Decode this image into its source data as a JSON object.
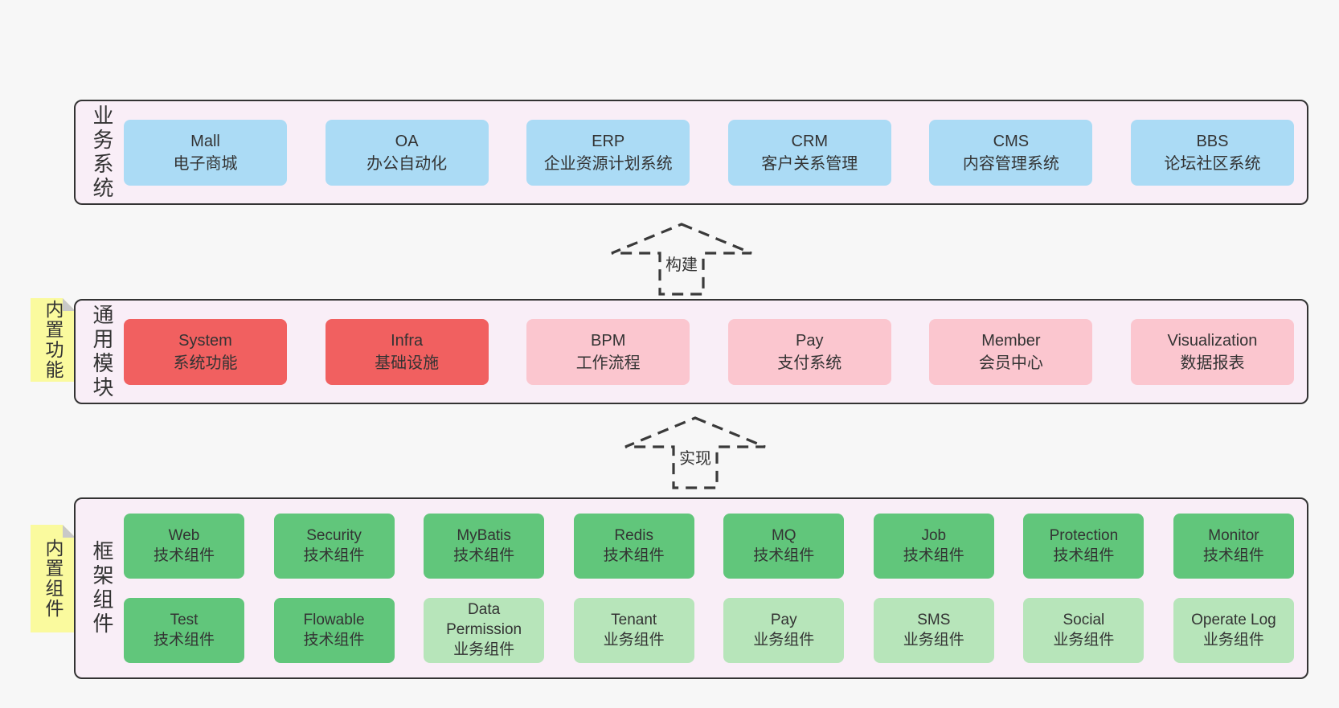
{
  "colors": {
    "pageBackground": "#f7f7f7",
    "bandBackground": "#f9eef7",
    "bandBorder": "#333333",
    "text": "#333333",
    "blue": "#abdbf5",
    "red": "#f16060",
    "pink": "#fbc6cf",
    "green": "#61c67b",
    "lightGreen": "#b7e5ba",
    "noteYellow": "#fafa9e",
    "noteFold": "#c8c8c8",
    "arrow": "#3a3a3a"
  },
  "arrows": [
    {
      "label": "构建"
    },
    {
      "label": "实现"
    }
  ],
  "bands": [
    {
      "label": "业务系统",
      "note": null,
      "rows": [
        [
          {
            "title": "Mall",
            "subtitle": "电子商城",
            "color": "blue"
          },
          {
            "title": "OA",
            "subtitle": "办公自动化",
            "color": "blue"
          },
          {
            "title": "ERP",
            "subtitle": "企业资源计划系统",
            "color": "blue"
          },
          {
            "title": "CRM",
            "subtitle": "客户关系管理",
            "color": "blue"
          },
          {
            "title": "CMS",
            "subtitle": "内容管理系统",
            "color": "blue"
          },
          {
            "title": "BBS",
            "subtitle": "论坛社区系统",
            "color": "blue"
          }
        ]
      ]
    },
    {
      "label": "通用模块",
      "note": "内置功能",
      "rows": [
        [
          {
            "title": "System",
            "subtitle": "系统功能",
            "color": "red"
          },
          {
            "title": "Infra",
            "subtitle": "基础设施",
            "color": "red"
          },
          {
            "title": "BPM",
            "subtitle": "工作流程",
            "color": "pink"
          },
          {
            "title": "Pay",
            "subtitle": "支付系统",
            "color": "pink"
          },
          {
            "title": "Member",
            "subtitle": "会员中心",
            "color": "pink"
          },
          {
            "title": "Visualization",
            "subtitle": "数据报表",
            "color": "pink"
          }
        ]
      ]
    },
    {
      "label": "框架组件",
      "note": "内置组件",
      "rows": [
        [
          {
            "title": "Web",
            "subtitle": "技术组件",
            "color": "green"
          },
          {
            "title": "Security",
            "subtitle": "技术组件",
            "color": "green"
          },
          {
            "title": "MyBatis",
            "subtitle": "技术组件",
            "color": "green"
          },
          {
            "title": "Redis",
            "subtitle": "技术组件",
            "color": "green"
          },
          {
            "title": "MQ",
            "subtitle": "技术组件",
            "color": "green"
          },
          {
            "title": "Job",
            "subtitle": "技术组件",
            "color": "green"
          },
          {
            "title": "Protection",
            "subtitle": "技术组件",
            "color": "green"
          },
          {
            "title": "Monitor",
            "subtitle": "技术组件",
            "color": "green"
          }
        ],
        [
          {
            "title": "Test",
            "subtitle": "技术组件",
            "color": "green"
          },
          {
            "title": "Flowable",
            "subtitle": "技术组件",
            "color": "green"
          },
          {
            "title": "Data Permission",
            "subtitle": "业务组件",
            "color": "lightGreen"
          },
          {
            "title": "Tenant",
            "subtitle": "业务组件",
            "color": "lightGreen"
          },
          {
            "title": "Pay",
            "subtitle": "业务组件",
            "color": "lightGreen"
          },
          {
            "title": "SMS",
            "subtitle": "业务组件",
            "color": "lightGreen"
          },
          {
            "title": "Social",
            "subtitle": "业务组件",
            "color": "lightGreen"
          },
          {
            "title": "Operate Log",
            "subtitle": "业务组件",
            "color": "lightGreen"
          }
        ]
      ]
    }
  ]
}
